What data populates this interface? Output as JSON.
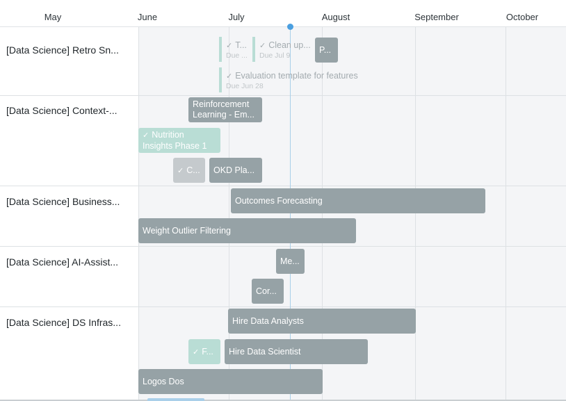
{
  "months": [
    "May",
    "June",
    "July",
    "August",
    "September",
    "October"
  ],
  "rows": [
    {
      "label": "[Data Science] Retro Sn...",
      "milestones": [
        {
          "title": "T...",
          "due": "Due ..."
        },
        {
          "title": "Clean up...",
          "due": "Due Jul 9"
        },
        {
          "title": "Evaluation template for features",
          "due": "Due Jun 28"
        }
      ],
      "bars": [
        {
          "label": "P..."
        }
      ]
    },
    {
      "label": "[Data Science] Context-...",
      "bars": [
        {
          "label": "Reinforcement Learning - Em..."
        },
        {
          "label": "Nutrition Insights Phase 1"
        },
        {
          "label": "C..."
        },
        {
          "label": "OKD Pla..."
        }
      ]
    },
    {
      "label": "[Data Science] Business...",
      "bars": [
        {
          "label": "Outcomes Forecasting"
        },
        {
          "label": "Weight Outlier Filtering"
        }
      ]
    },
    {
      "label": "[Data Science] AI-Assist...",
      "bars": [
        {
          "label": "Me..."
        },
        {
          "label": "Cor..."
        }
      ]
    },
    {
      "label": "[Data Science] DS Infras...",
      "bars": [
        {
          "label": "Hire Data Analysts"
        },
        {
          "label": "F..."
        },
        {
          "label": "Hire Data Scientist"
        },
        {
          "label": "Logos Dos"
        }
      ]
    }
  ]
}
